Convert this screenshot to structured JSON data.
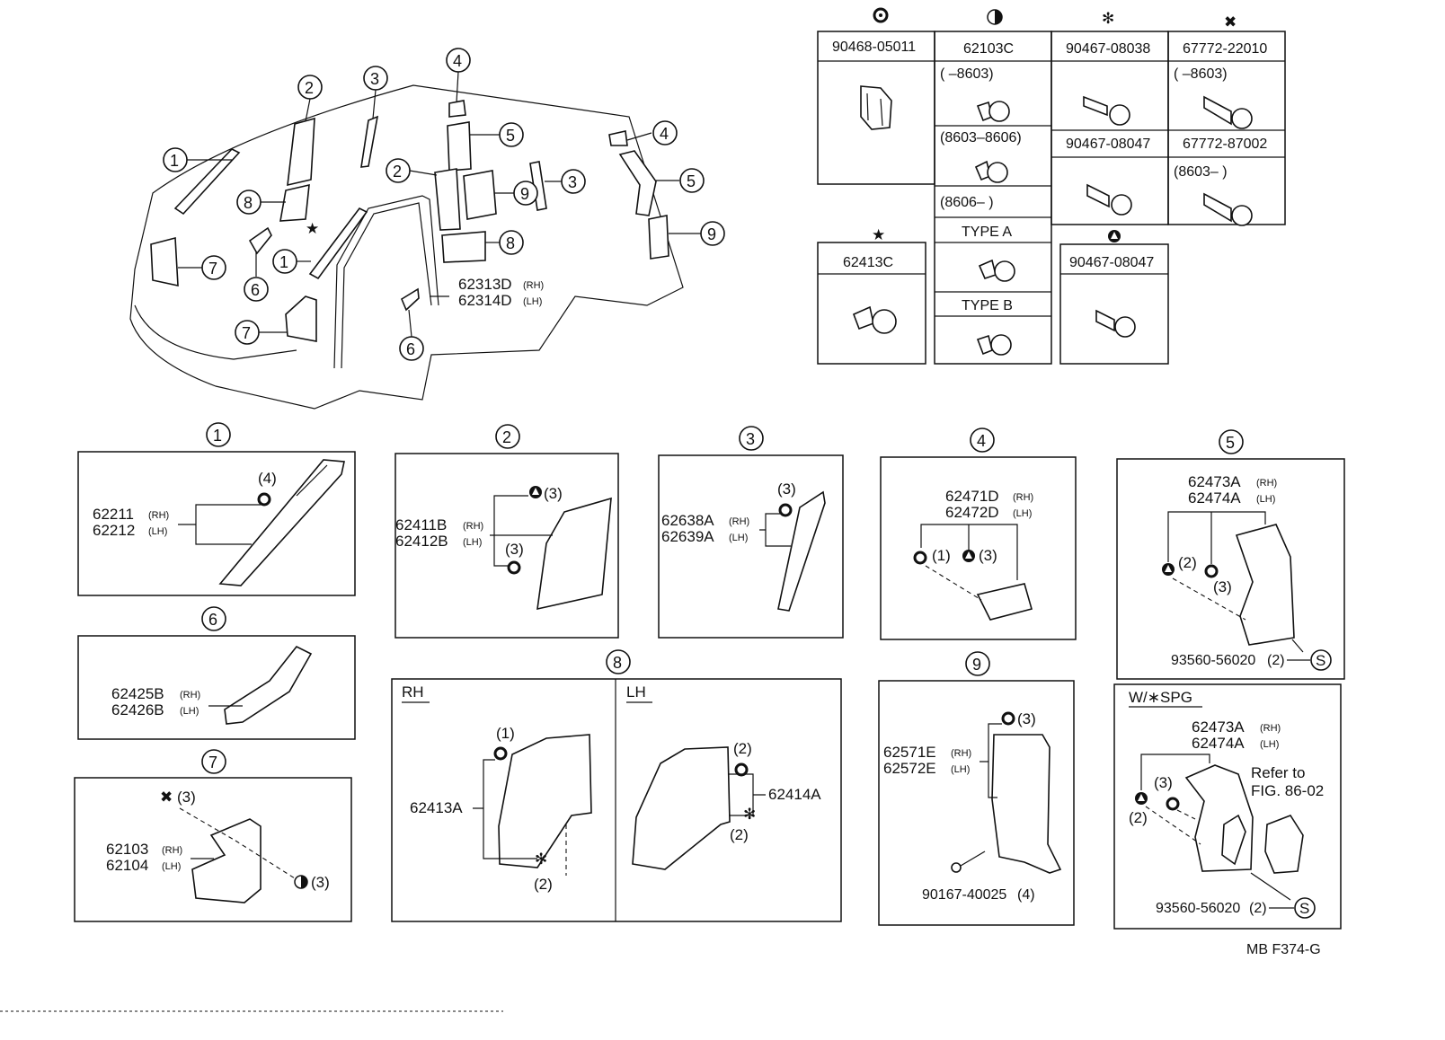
{
  "callouts": {
    "n1": "1",
    "n2": "2",
    "n3": "3",
    "n4": "4",
    "n5": "5",
    "n6": "6",
    "n7": "7",
    "n8": "8",
    "n9": "9",
    "s": "S"
  },
  "overview": {
    "door_trim_rh": "62313D",
    "door_trim_lh": "62314D",
    "rh": "(RH)",
    "lh": "(LH)"
  },
  "clip_table": {
    "col1": {
      "part": "90468-05011"
    },
    "col2": {
      "part": "62103C",
      "r1": "(       –8603)",
      "r2": "(8603–8606)",
      "r3": "(8606–       )",
      "type_a": "TYPE A",
      "type_b": "TYPE B"
    },
    "col3": {
      "part": "90467-08038",
      "part2": "90467-08047"
    },
    "col4": {
      "part": "67772-22010",
      "r1": "(       –8603)",
      "part2": "67772-87002",
      "r2": "(8603–       )"
    },
    "star": {
      "part": "62413C"
    },
    "tri": {
      "part": "90467-08047"
    }
  },
  "panels": {
    "p1": {
      "rh": "62211",
      "lh": "62212",
      "qty": "(4)"
    },
    "p2": {
      "rh": "62411B",
      "lh": "62412B",
      "qty_a": "(3)",
      "qty_b": "(3)"
    },
    "p3": {
      "rh": "62638A",
      "lh": "62639A",
      "qty": "(3)"
    },
    "p4": {
      "rh": "62471D",
      "lh": "62472D",
      "qty_a": "(1)",
      "qty_b": "(3)"
    },
    "p5": {
      "rh": "62473A",
      "lh": "62474A",
      "qty_a": "(2)",
      "qty_b": "(3)",
      "screw": "93560-56020",
      "screw_qty": "(2)"
    },
    "p5b": {
      "title": "W/∗SPG",
      "rh": "62473A",
      "lh": "62474A",
      "ref1": "Refer to",
      "ref2": "FIG. 86-02",
      "qty_a": "(3)",
      "qty_b": "(2)",
      "screw": "93560-56020",
      "screw_qty": "(2)"
    },
    "p6": {
      "rh": "62425B",
      "lh": "62426B"
    },
    "p7": {
      "rh": "62103",
      "lh": "62104",
      "qty_a": "(3)",
      "qty_b": "(3)"
    },
    "p8": {
      "rh_label": "RH",
      "lh_label": "LH",
      "rh_part": "62413A",
      "lh_part": "62414A",
      "qty_a": "(1)",
      "qty_b": "(2)",
      "qty_c": "(2)",
      "qty_d": "(2)"
    },
    "p9": {
      "rh": "62571E",
      "lh": "62572E",
      "qty": "(3)",
      "screw": "90167-40025",
      "screw_qty": "(4)"
    }
  },
  "footer": {
    "code": "MB  F374-G"
  }
}
